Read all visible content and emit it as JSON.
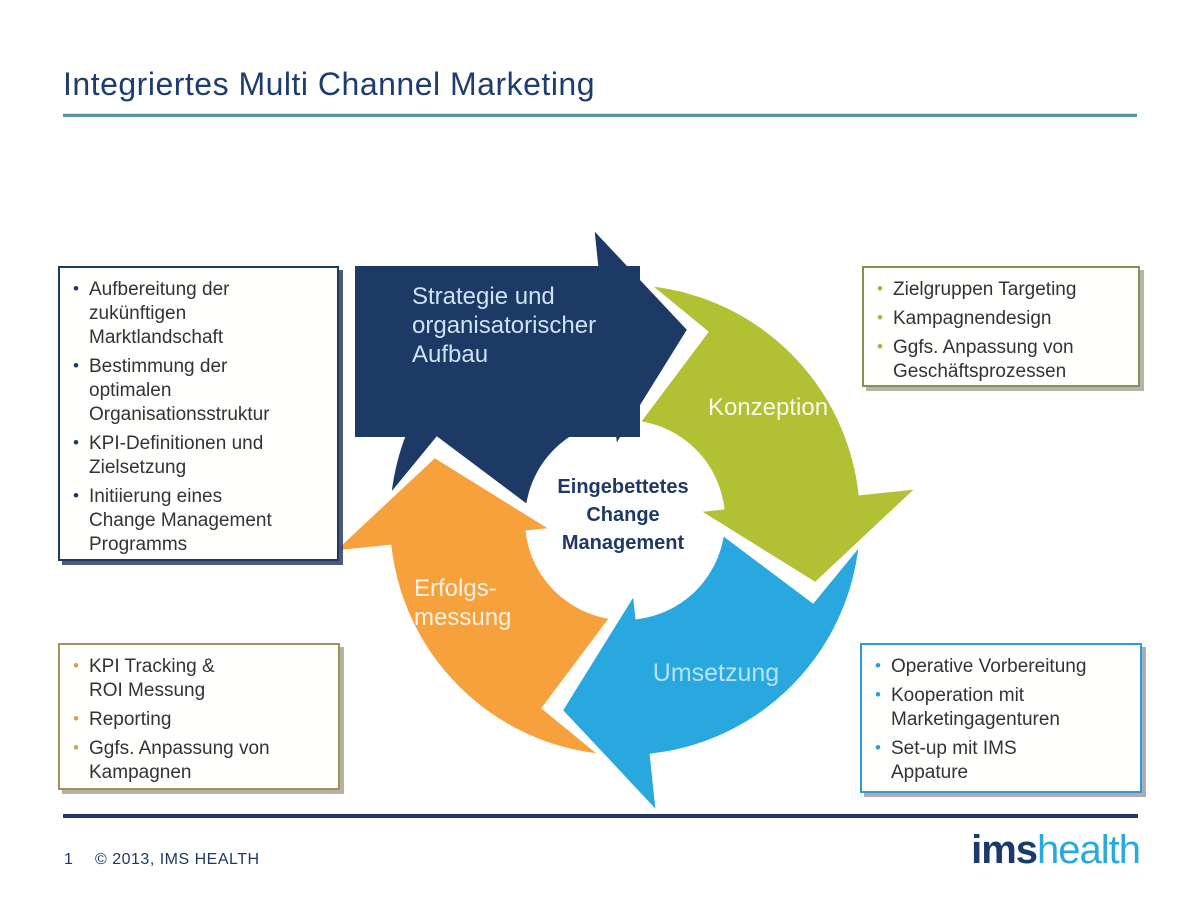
{
  "title": "Integriertes Multi Channel Marketing",
  "colors": {
    "navy": "#1d3965",
    "green": "#b2c133",
    "blue": "#29a8e0",
    "orange": "#f6a13b",
    "title_text": "#1e3c6e",
    "underline": "#5693a5",
    "logo_ims": "#1b3a6b",
    "logo_health": "#29a9e0"
  },
  "diagram": {
    "strategy": {
      "lines": [
        "Strategie und",
        "organisatorischer",
        "Aufbau"
      ]
    },
    "konzeption": {
      "label": "Konzeption"
    },
    "umsetzung": {
      "label": "Umsetzung"
    },
    "erfolgsmessung": {
      "lines": [
        "Erfolgs-",
        "messung"
      ]
    },
    "center": {
      "lines": [
        "Eingebettetes",
        "Change",
        "Management"
      ]
    }
  },
  "boxes": {
    "top_left": {
      "items": [
        "Aufbereitung der\nzukünftigen\nMarktlandschaft",
        "Bestimmung der\noptimalen\nOrganisationsstruktur",
        "KPI-Definitionen und\nZielsetzung",
        "Initiierung eines\nChange Management\nProgramms"
      ]
    },
    "top_right": {
      "items": [
        "Zielgruppen Targeting",
        "Kampagnendesign",
        "Ggfs. Anpassung von\nGeschäftsprozessen"
      ]
    },
    "bottom_left": {
      "items": [
        "KPI Tracking &\nROI Messung",
        "Reporting",
        "Ggfs. Anpassung von\nKampagnen"
      ]
    },
    "bottom_right": {
      "items": [
        "Operative Vorbereitung",
        "Kooperation mit\nMarketingagenturen",
        "Set-up mit IMS\nAppature"
      ]
    }
  },
  "footer": {
    "page_number": "1",
    "copyright": "© 2013, IMS HEALTH",
    "logo_ims": "ims",
    "logo_health": "health"
  }
}
